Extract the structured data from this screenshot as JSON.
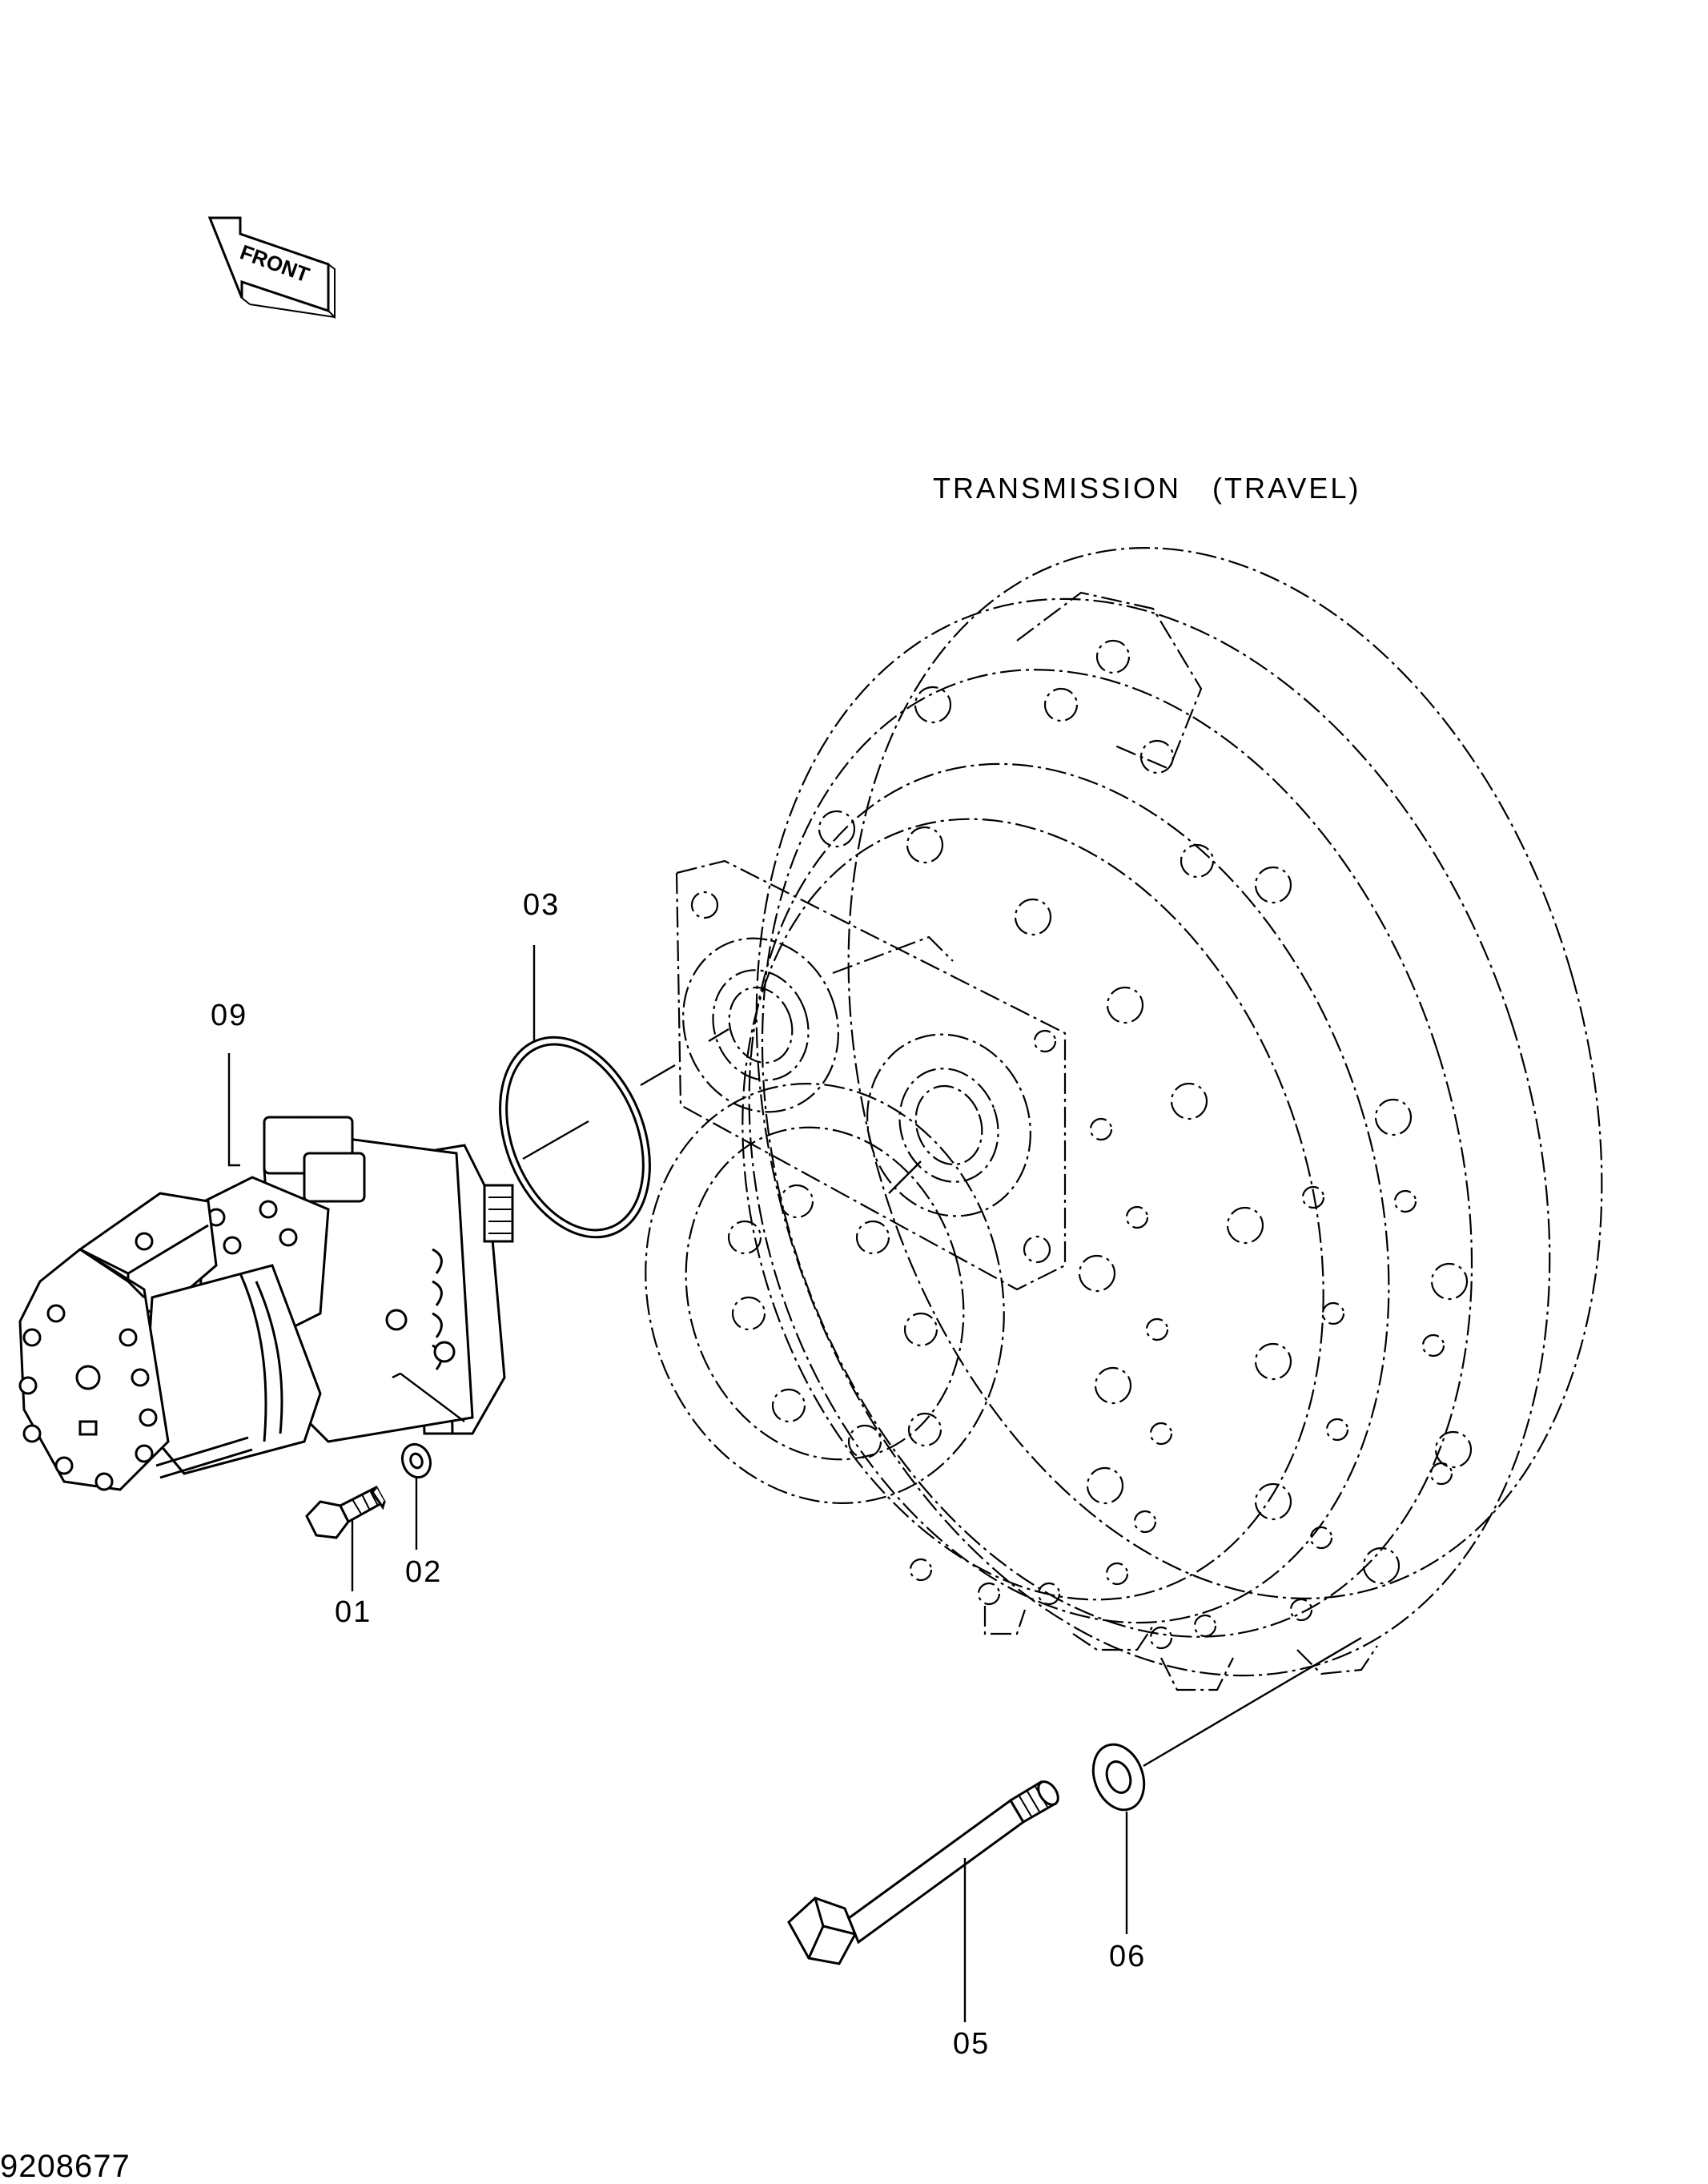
{
  "direction_indicator": {
    "label": "FRONT"
  },
  "assembly": {
    "title": "TRANSMISSION　(TRAVEL)"
  },
  "callouts": [
    {
      "id": "01",
      "label": "01"
    },
    {
      "id": "02",
      "label": "02"
    },
    {
      "id": "03",
      "label": "03"
    },
    {
      "id": "05",
      "label": "05"
    },
    {
      "id": "06",
      "label": "06"
    },
    {
      "id": "09",
      "label": "09"
    }
  ],
  "document": {
    "id": "9208677"
  }
}
